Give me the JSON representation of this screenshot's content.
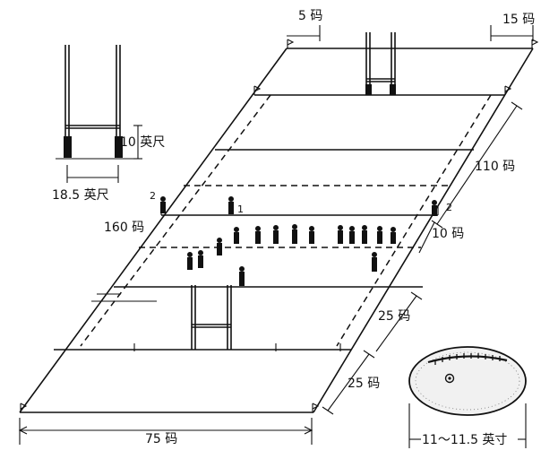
{
  "labels": {
    "in_goal_5": "5 码",
    "in_goal_15": "15 码",
    "goal_height": "10 英尺",
    "goal_width": "18.5 英尺",
    "length_110": "110 码",
    "length_160": "160 码",
    "line_10": "10 码",
    "line_25_a": "25 码",
    "line_25_b": "25 码",
    "width_75": "75 码",
    "ball_length": "11～11.5 英寸"
  },
  "player_numbers": {
    "touch_judge_left": "2",
    "touch_judge_right": "2",
    "referee": "1"
  }
}
